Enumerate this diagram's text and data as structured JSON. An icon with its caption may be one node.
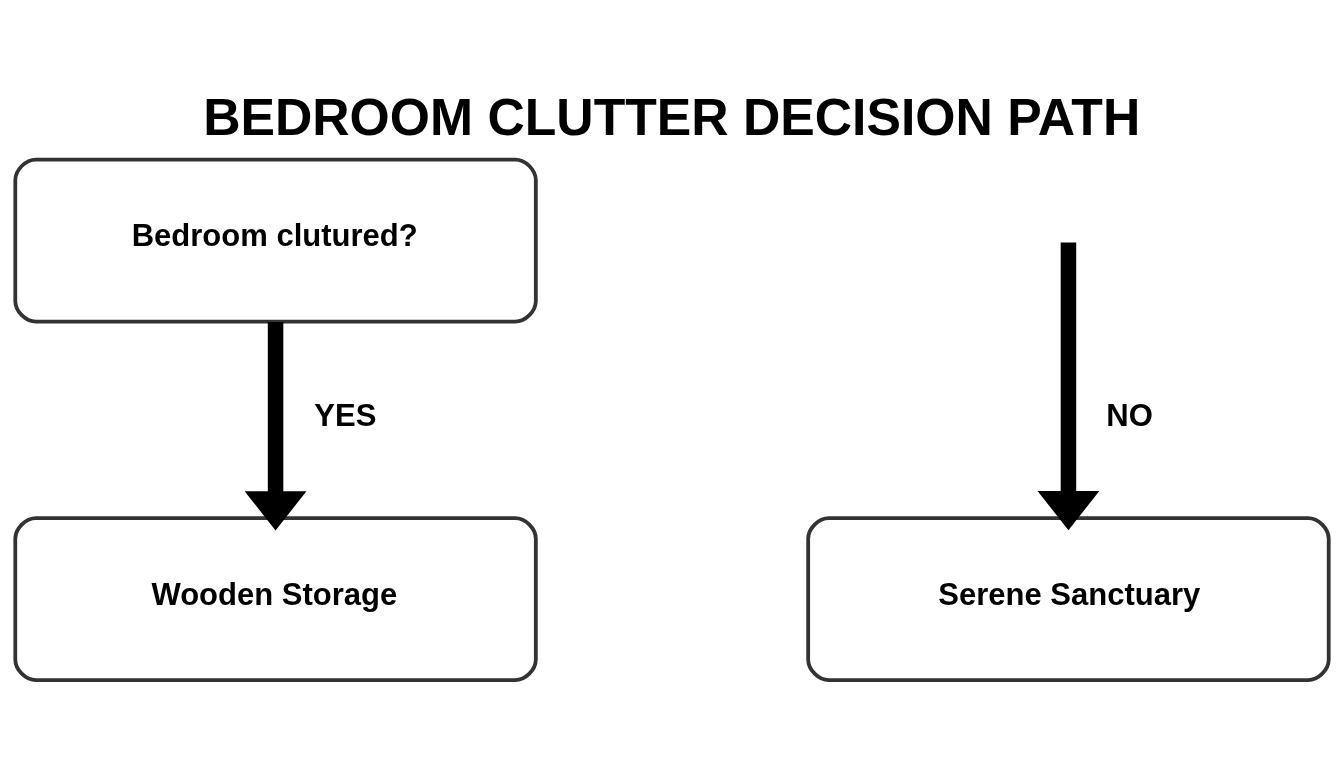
{
  "diagram": {
    "title": "BEDROOM CLUTTER DECISION PATH",
    "nodes": [
      {
        "text": [
          "Bedroom clutured?"
        ]
      },
      {
        "text": [
          "Wooden Storage"
        ]
      },
      {
        "text": [
          "Serene Sanctuary"
        ]
      }
    ],
    "edges": [
      {
        "from": 0,
        "to": 1,
        "arrow": "to",
        "label": "YES"
      },
      {
        "from": null,
        "to": 2,
        "arrow": "to",
        "label": "NO"
      }
    ]
  }
}
